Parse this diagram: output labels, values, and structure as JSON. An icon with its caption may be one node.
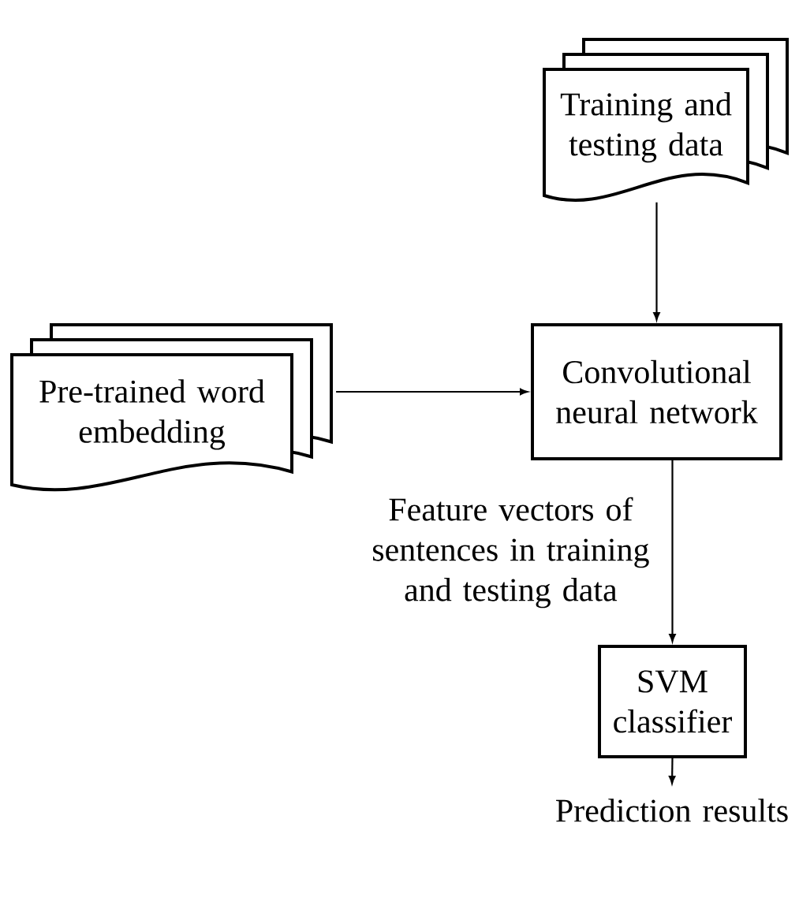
{
  "diagram": {
    "nodes": [
      {
        "text": [
          "Training and testing data"
        ]
      },
      {
        "text": [
          "Pre-trained word embedding"
        ]
      },
      {
        "text": [
          "Convolutional neural network"
        ]
      },
      {
        "text": [
          "SVM classifier"
        ]
      },
      {
        "text": [
          "Prediction results"
        ]
      }
    ],
    "edges": [
      {
        "from": 0,
        "to": 2,
        "arrow": "to"
      },
      {
        "from": 1,
        "to": 2,
        "arrow": "to"
      },
      {
        "from": 2,
        "to": 3,
        "arrow": "to",
        "label": "Feature vectors of sentences in training and testing data"
      },
      {
        "from": 3,
        "to": 4,
        "arrow": "to"
      }
    ]
  }
}
